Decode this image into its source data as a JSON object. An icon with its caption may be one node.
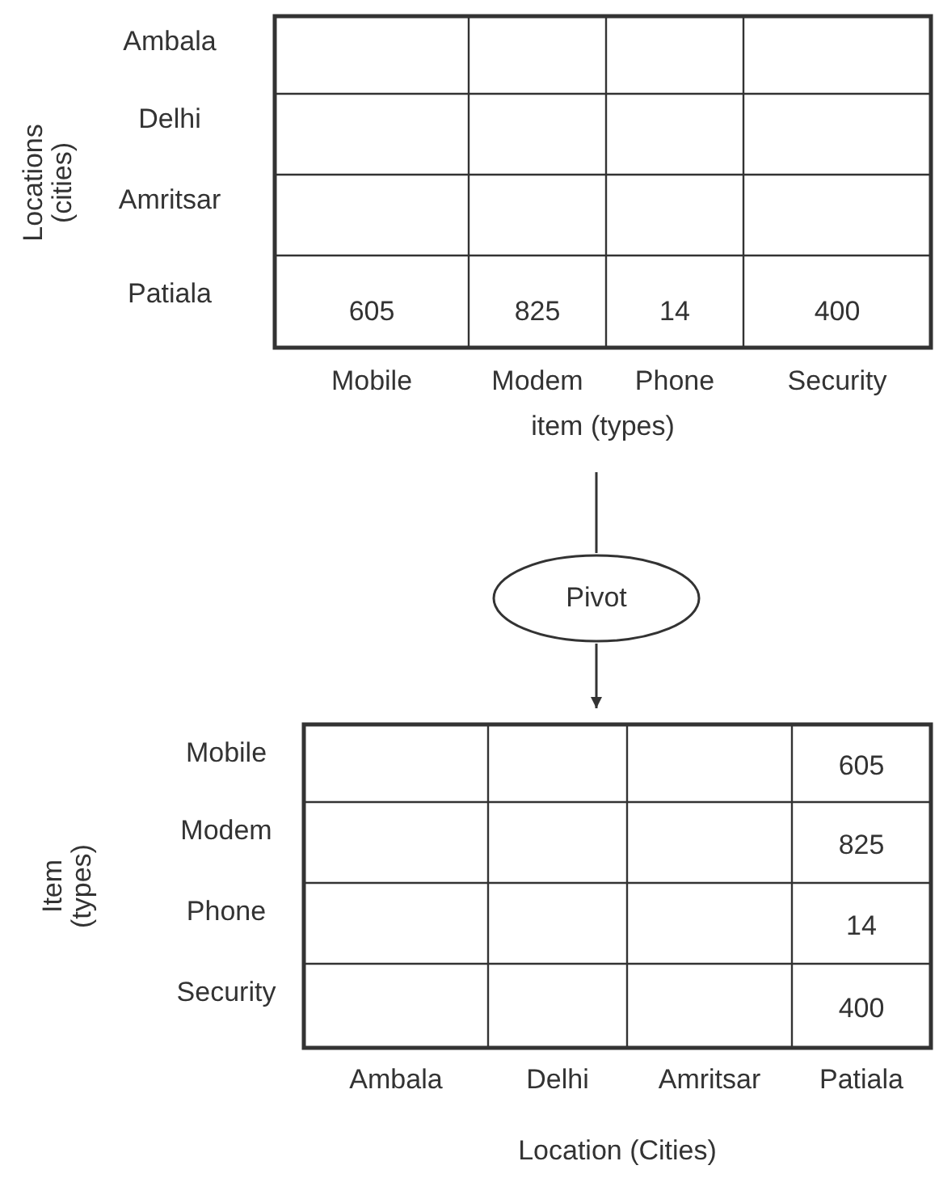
{
  "diagram": {
    "nodes": [
      {
        "text": [
          "605",
          "825",
          "14",
          "400"
        ],
        "beside": [
          "Ambala",
          "Delhi",
          "Amritsar",
          "Patiala",
          "Locations (cities)",
          "Mobile",
          "Modem",
          "Phone",
          "Security",
          "item (types)"
        ]
      },
      {
        "text": [
          "Pivot"
        ]
      },
      {
        "text": [
          "605",
          "825",
          "14",
          "400"
        ],
        "beside": [
          "Mobile",
          "Modem",
          "Phone",
          "Security",
          "Item (types)",
          "Ambala",
          "Delhi",
          "Amritsar",
          "Patiala",
          "Location (Cities)"
        ]
      }
    ],
    "edges": [
      {
        "from": 0,
        "to": 1,
        "arrow": "none"
      },
      {
        "from": 1,
        "to": 2,
        "arrow": "to"
      }
    ]
  }
}
